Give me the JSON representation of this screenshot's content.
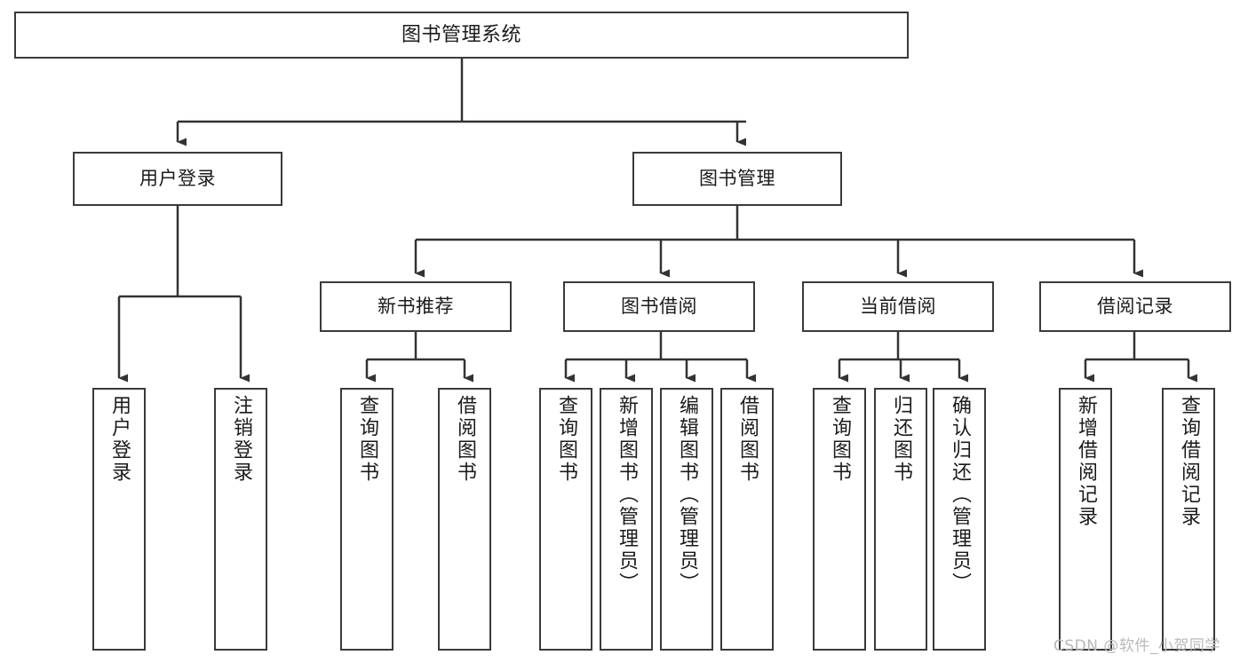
{
  "diagram": {
    "title": "图书管理系统",
    "type": "tree-hierarchy-chart",
    "orientation": "top-down",
    "colors": {
      "box_border": "#3a3a3a",
      "box_fill": "#ffffff",
      "edge": "#333333",
      "text": "#1b1b1b",
      "watermark": "#b9b9b9"
    },
    "nodes": {
      "root": {
        "label": "图书管理系统"
      },
      "level1": [
        {
          "label": "用户登录"
        },
        {
          "label": "图书管理"
        }
      ],
      "level2": [
        {
          "label": "新书推荐"
        },
        {
          "label": "图书借阅"
        },
        {
          "label": "当前借阅"
        },
        {
          "label": "借阅记录"
        }
      ],
      "leaves": {
        "user_login": [
          {
            "label": "用户登录"
          },
          {
            "label": "注销登录"
          }
        ],
        "new_book_recommend": [
          {
            "label": "查询图书"
          },
          {
            "label": "借阅图书"
          }
        ],
        "book_borrow": [
          {
            "label": "查询图书"
          },
          {
            "label": "新增图书（管理员）"
          },
          {
            "label": "编辑图书（管理员）"
          },
          {
            "label": "借阅图书"
          }
        ],
        "current_borrow": [
          {
            "label": "查询图书"
          },
          {
            "label": "归还图书"
          },
          {
            "label": "确认归还（管理员）"
          }
        ],
        "borrow_record": [
          {
            "label": "新增借阅记录"
          },
          {
            "label": "查询借阅记录"
          }
        ]
      }
    }
  },
  "watermark": {
    "text": "CSDN @软件_小贺同学"
  }
}
